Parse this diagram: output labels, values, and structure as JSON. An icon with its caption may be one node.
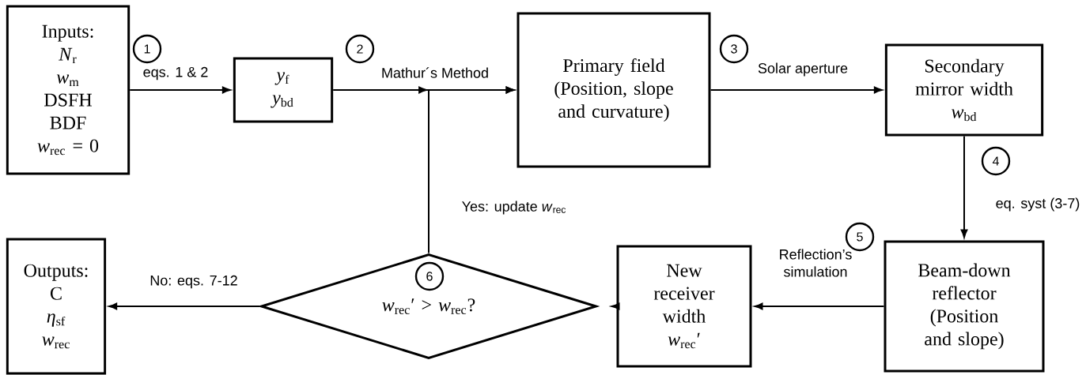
{
  "diagram": {
    "nodes": [
      {
        "text": [
          "Inputs:",
          "*N*$_{r}$",
          "*w*$_{m}$",
          "DSFH",
          "BDF",
          "*w*$_{rec}$ = 0"
        ]
      },
      {
        "text": [
          "*y*$_{f}$",
          "*y*$_{bd}$"
        ]
      },
      {
        "text": [
          "Primary field (Position, slope and curvature)"
        ]
      },
      {
        "text": [
          "Secondary mirror width",
          "*w*$_{bd}$"
        ]
      },
      {
        "text": [
          "Beam-down reflector (Position and slope)"
        ]
      },
      {
        "text": [
          "New receiver width",
          "*w*$_{rec}$′"
        ]
      },
      {
        "text": [
          "*w*$_{rec}$′ > *w*$_{rec}$?"
        ]
      },
      {
        "text": [
          "Outputs:",
          "C",
          "*η*$_{sf}$",
          "*w*$_{rec}$"
        ]
      }
    ],
    "edges": [
      {
        "from": 0,
        "to": 1,
        "arrow": "to",
        "label": "eqs. 1 & 2"
      },
      {
        "from": 1,
        "to": 2,
        "arrow": "to",
        "label": "Mathur´s Method"
      },
      {
        "from": 2,
        "to": 3,
        "arrow": "to",
        "label": "Solar aperture"
      },
      {
        "from": 3,
        "to": 4,
        "arrow": "to",
        "label": "eq. syst (3-7)"
      },
      {
        "from": 4,
        "to": 5,
        "arrow": "to",
        "label": "Reflection’s simulation"
      },
      {
        "from": 5,
        "to": 6,
        "arrow": "to"
      },
      {
        "from": 6,
        "to": 2,
        "arrow": "to",
        "label": "Yes: update *w*$_{rec}$"
      },
      {
        "from": 6,
        "to": 7,
        "arrow": "to",
        "label": "No: eqs. 7-12"
      }
    ],
    "labels": [
      "1",
      "2",
      "3",
      "4",
      "5",
      "6"
    ]
  }
}
